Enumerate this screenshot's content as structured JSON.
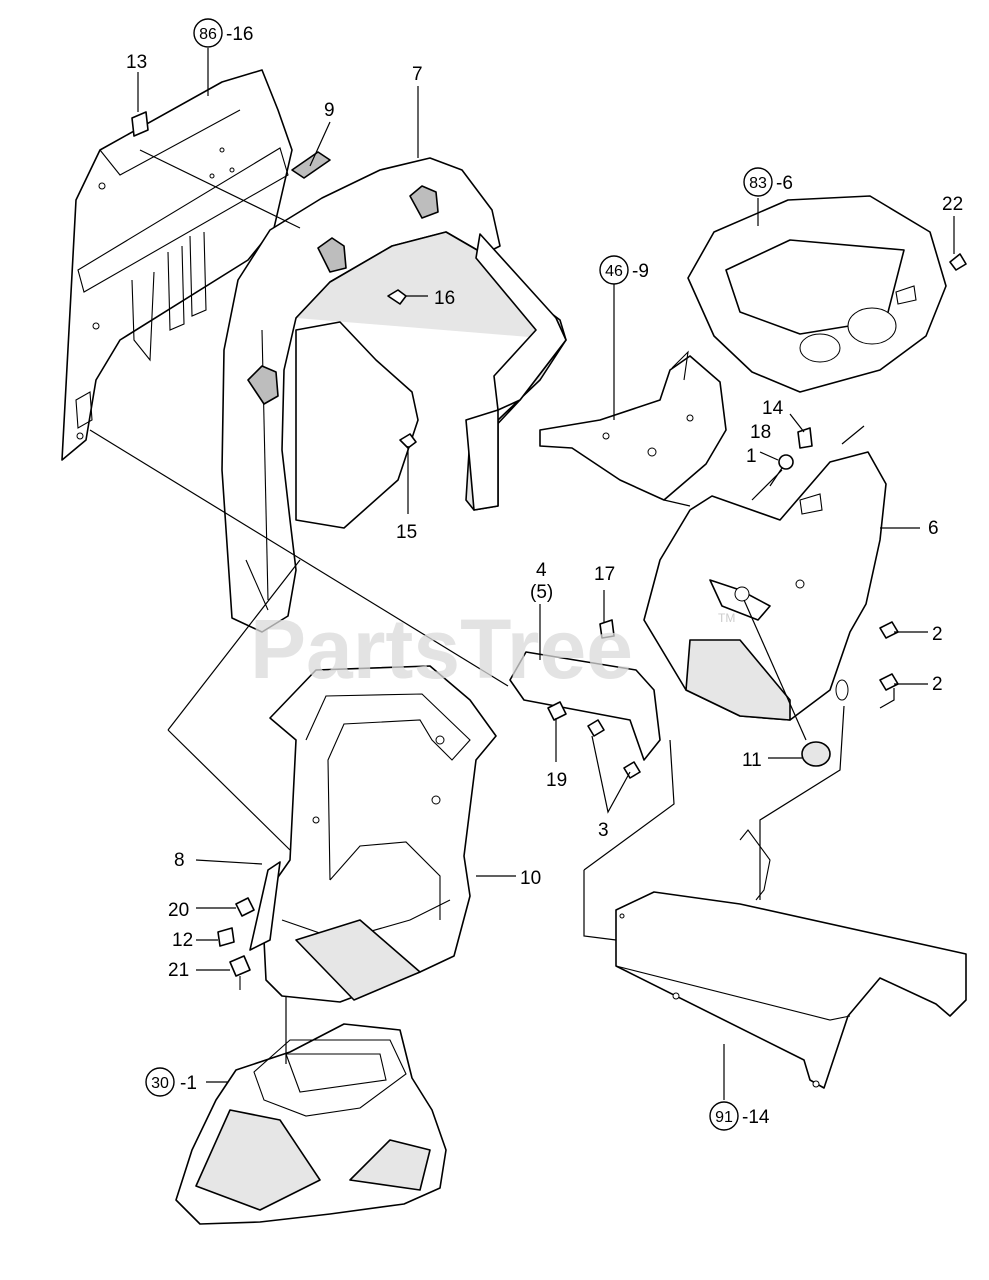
{
  "watermark": {
    "text": "PartsTree",
    "trademark": "TM"
  },
  "callouts": {
    "c13": "13",
    "c9": "9",
    "c7": "7",
    "c16": "16",
    "c15": "15",
    "c22": "22",
    "c14": "14",
    "c18": "18",
    "c1": "1",
    "c6": "6",
    "c17": "17",
    "c4": "4",
    "c5": "(5)",
    "c2a": "2",
    "c2b": "2",
    "c11": "11",
    "c19": "19",
    "c3": "3",
    "c8": "8",
    "c10": "10",
    "c20": "20",
    "c12": "12",
    "c21": "21"
  },
  "references": {
    "r86": {
      "circle": "86",
      "suffix": "-16"
    },
    "r83": {
      "circle": "83",
      "suffix": "-6"
    },
    "r46": {
      "circle": "46",
      "suffix": "-9"
    },
    "r30": {
      "circle": "30",
      "suffix": "-1"
    },
    "r91": {
      "circle": "91",
      "suffix": "-14"
    }
  },
  "colors": {
    "line": "#000000",
    "background": "#ffffff",
    "shading": "#bdbdbd",
    "watermark": "#d9d9d9"
  }
}
